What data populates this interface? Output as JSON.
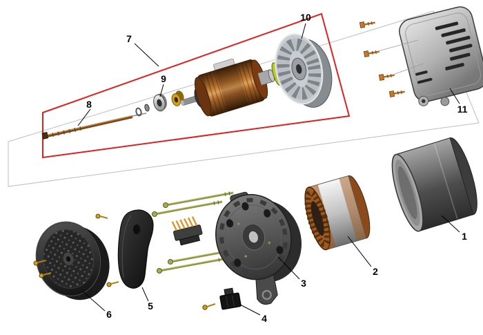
{
  "diagram": {
    "labels": [
      "1",
      "2",
      "3",
      "4",
      "5",
      "6",
      "7",
      "8",
      "9",
      "10",
      "11"
    ]
  },
  "colors": {
    "highlight_red": "#e01f1f",
    "copper": "#c87a30",
    "bolt_olive": "#8f9447",
    "screw_copper": "#c87828",
    "label_text": "#000000"
  }
}
